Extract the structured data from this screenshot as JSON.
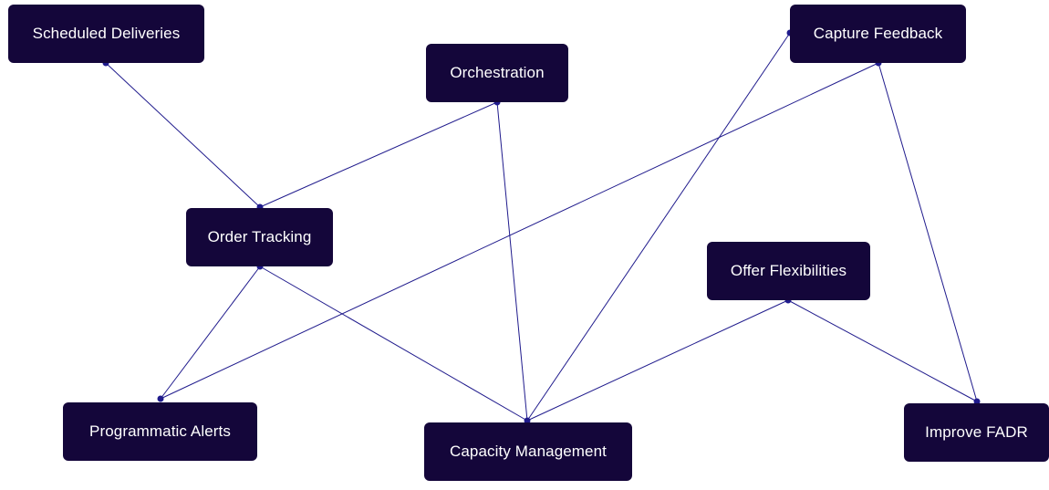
{
  "nodes": {
    "scheduled_deliveries": "Scheduled Deliveries",
    "orchestration": "Orchestration",
    "capture_feedback": "Capture Feedback",
    "order_tracking": "Order Tracking",
    "offer_flexibilities": "Offer Flexibilities",
    "programmatic_alerts": "Programmatic Alerts",
    "capacity_management": "Capacity Management",
    "improve_fadr": "Improve FADR"
  },
  "edges": [
    {
      "from": "scheduled_deliveries",
      "to": "order_tracking"
    },
    {
      "from": "orchestration",
      "to": "order_tracking"
    },
    {
      "from": "orchestration",
      "to": "capacity_management"
    },
    {
      "from": "order_tracking",
      "to": "programmatic_alerts"
    },
    {
      "from": "order_tracking",
      "to": "capacity_management"
    },
    {
      "from": "capture_feedback",
      "to": "programmatic_alerts"
    },
    {
      "from": "capture_feedback",
      "to": "capacity_management"
    },
    {
      "from": "capture_feedback",
      "to": "improve_fadr"
    },
    {
      "from": "offer_flexibilities",
      "to": "capacity_management"
    },
    {
      "from": "offer_flexibilities",
      "to": "improve_fadr"
    }
  ],
  "colors": {
    "node_fill": "#14063a",
    "node_text": "#ffffff",
    "edge": "#1f1a8c",
    "anchor": "#1f1a8c",
    "background": "#ffffff"
  }
}
